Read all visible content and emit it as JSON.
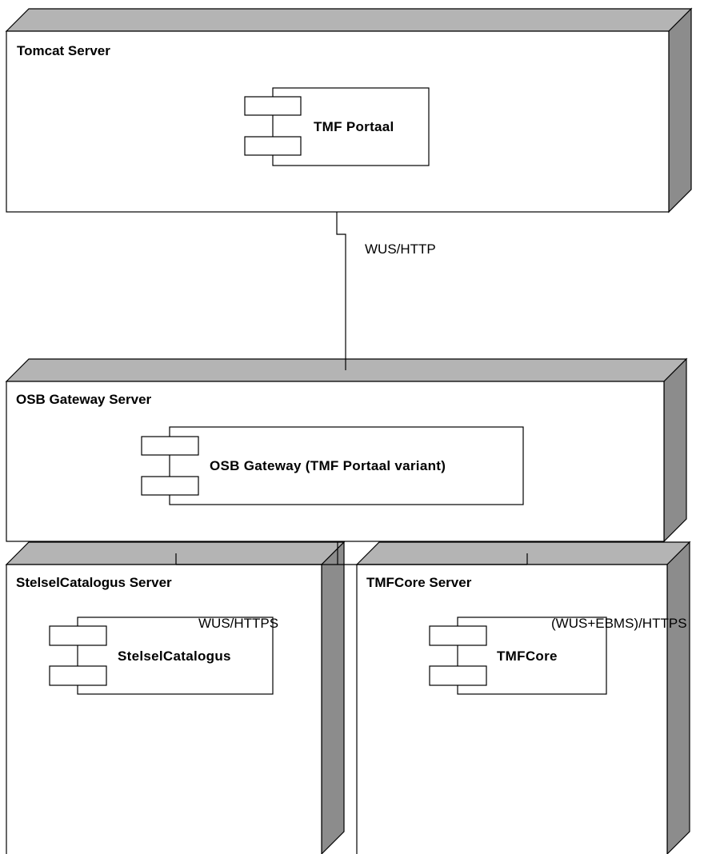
{
  "nodes": {
    "tomcat": {
      "title": "Tomcat Server",
      "component": "TMF Portaal"
    },
    "osb": {
      "title": "OSB Gateway Server",
      "component": "OSB Gateway  (TMF Portaal variant)"
    },
    "stelsel": {
      "title": "StelselCatalogus Server",
      "component": "StelselCatalogus"
    },
    "tmfcore": {
      "title": "TMFCore Server",
      "component": "TMFCore"
    }
  },
  "connections": {
    "tomcat_osb": "WUS/HTTP",
    "osb_stelsel": "WUS/HTTPS",
    "osb_tmfcore": "(WUS+EBMS)/HTTPS"
  },
  "colors": {
    "node_top": "#b4b4b4",
    "node_side": "#8c8c8c",
    "stroke": "#000000"
  }
}
